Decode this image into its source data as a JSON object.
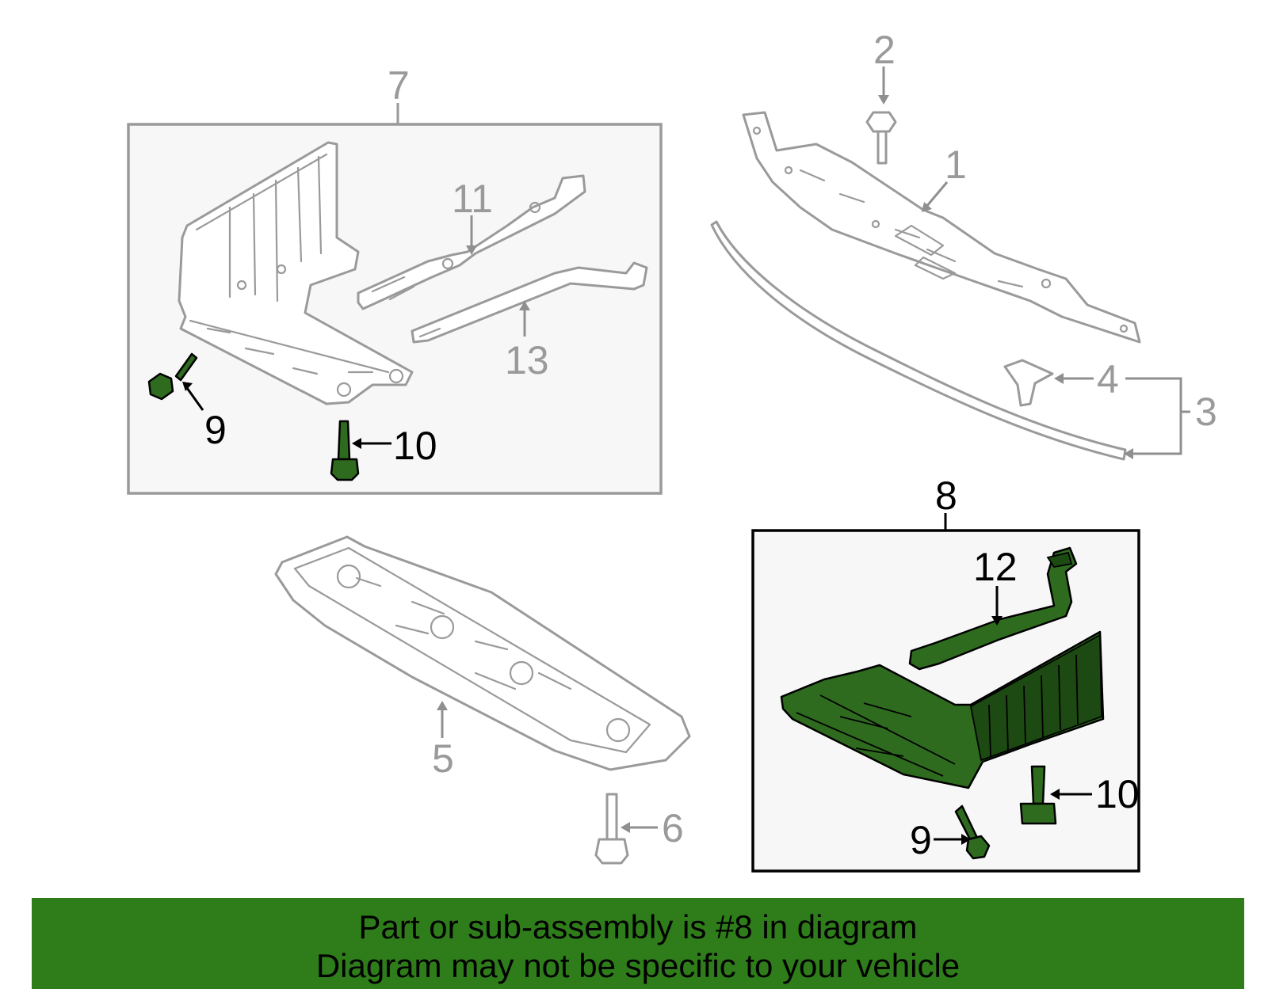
{
  "callouts": {
    "c1": "1",
    "c2": "2",
    "c3": "3",
    "c4": "4",
    "c5": "5",
    "c6": "6",
    "c7": "7",
    "c8": "8",
    "c9_left": "9",
    "c10_left": "10",
    "c11": "11",
    "c13": "13",
    "c12": "12",
    "c9_right": "9",
    "c10_right": "10"
  },
  "banner": {
    "line1": "Part or sub-assembly is #8 in diagram",
    "line2": "Diagram may not be specific to your vehicle"
  },
  "colors": {
    "highlight_green": "#2e6b1f",
    "banner_green": "#2e7d1a",
    "outline_gray": "#9a9a9a"
  }
}
